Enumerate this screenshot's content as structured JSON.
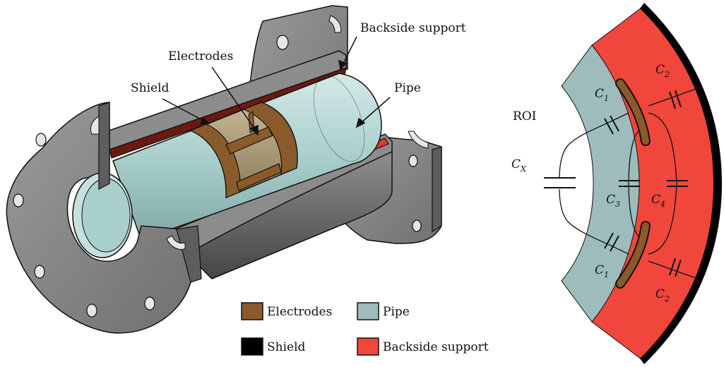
{
  "callouts": {
    "backside_support": "Backside support",
    "electrodes": "Electrodes",
    "shield": "Shield",
    "pipe": "Pipe"
  },
  "legend": {
    "electrodes": {
      "label": "Electrodes",
      "color": "#8b5a2b"
    },
    "pipe": {
      "label": "Pipe",
      "color": "#9fbcbd"
    },
    "shield": {
      "label": "Shield",
      "color": "#000000"
    },
    "backside_support": {
      "label": "Backside support",
      "color": "#f0463c"
    }
  },
  "cross_section": {
    "roi": "ROI",
    "capacitors": [
      {
        "id": "cx",
        "base": "C",
        "sub": "X"
      },
      {
        "id": "c1-top",
        "base": "C",
        "sub": "1"
      },
      {
        "id": "c1-bottom",
        "base": "C",
        "sub": "1"
      },
      {
        "id": "c2-top",
        "base": "C",
        "sub": "2"
      },
      {
        "id": "c2-bottom",
        "base": "C",
        "sub": "2"
      },
      {
        "id": "c3",
        "base": "C",
        "sub": "3"
      },
      {
        "id": "c4",
        "base": "C",
        "sub": "4"
      }
    ]
  },
  "colors": {
    "flange": "#8a8a8a",
    "flange_dark": "#6d6d6d",
    "pipe_light": "#c6e0de",
    "shield_inner": "#6b1a12",
    "support_red": "#e0392e",
    "electrode": "#8b5a2b",
    "electrode_ring": "#a06a3a",
    "ring_light": "#b9a98a"
  }
}
